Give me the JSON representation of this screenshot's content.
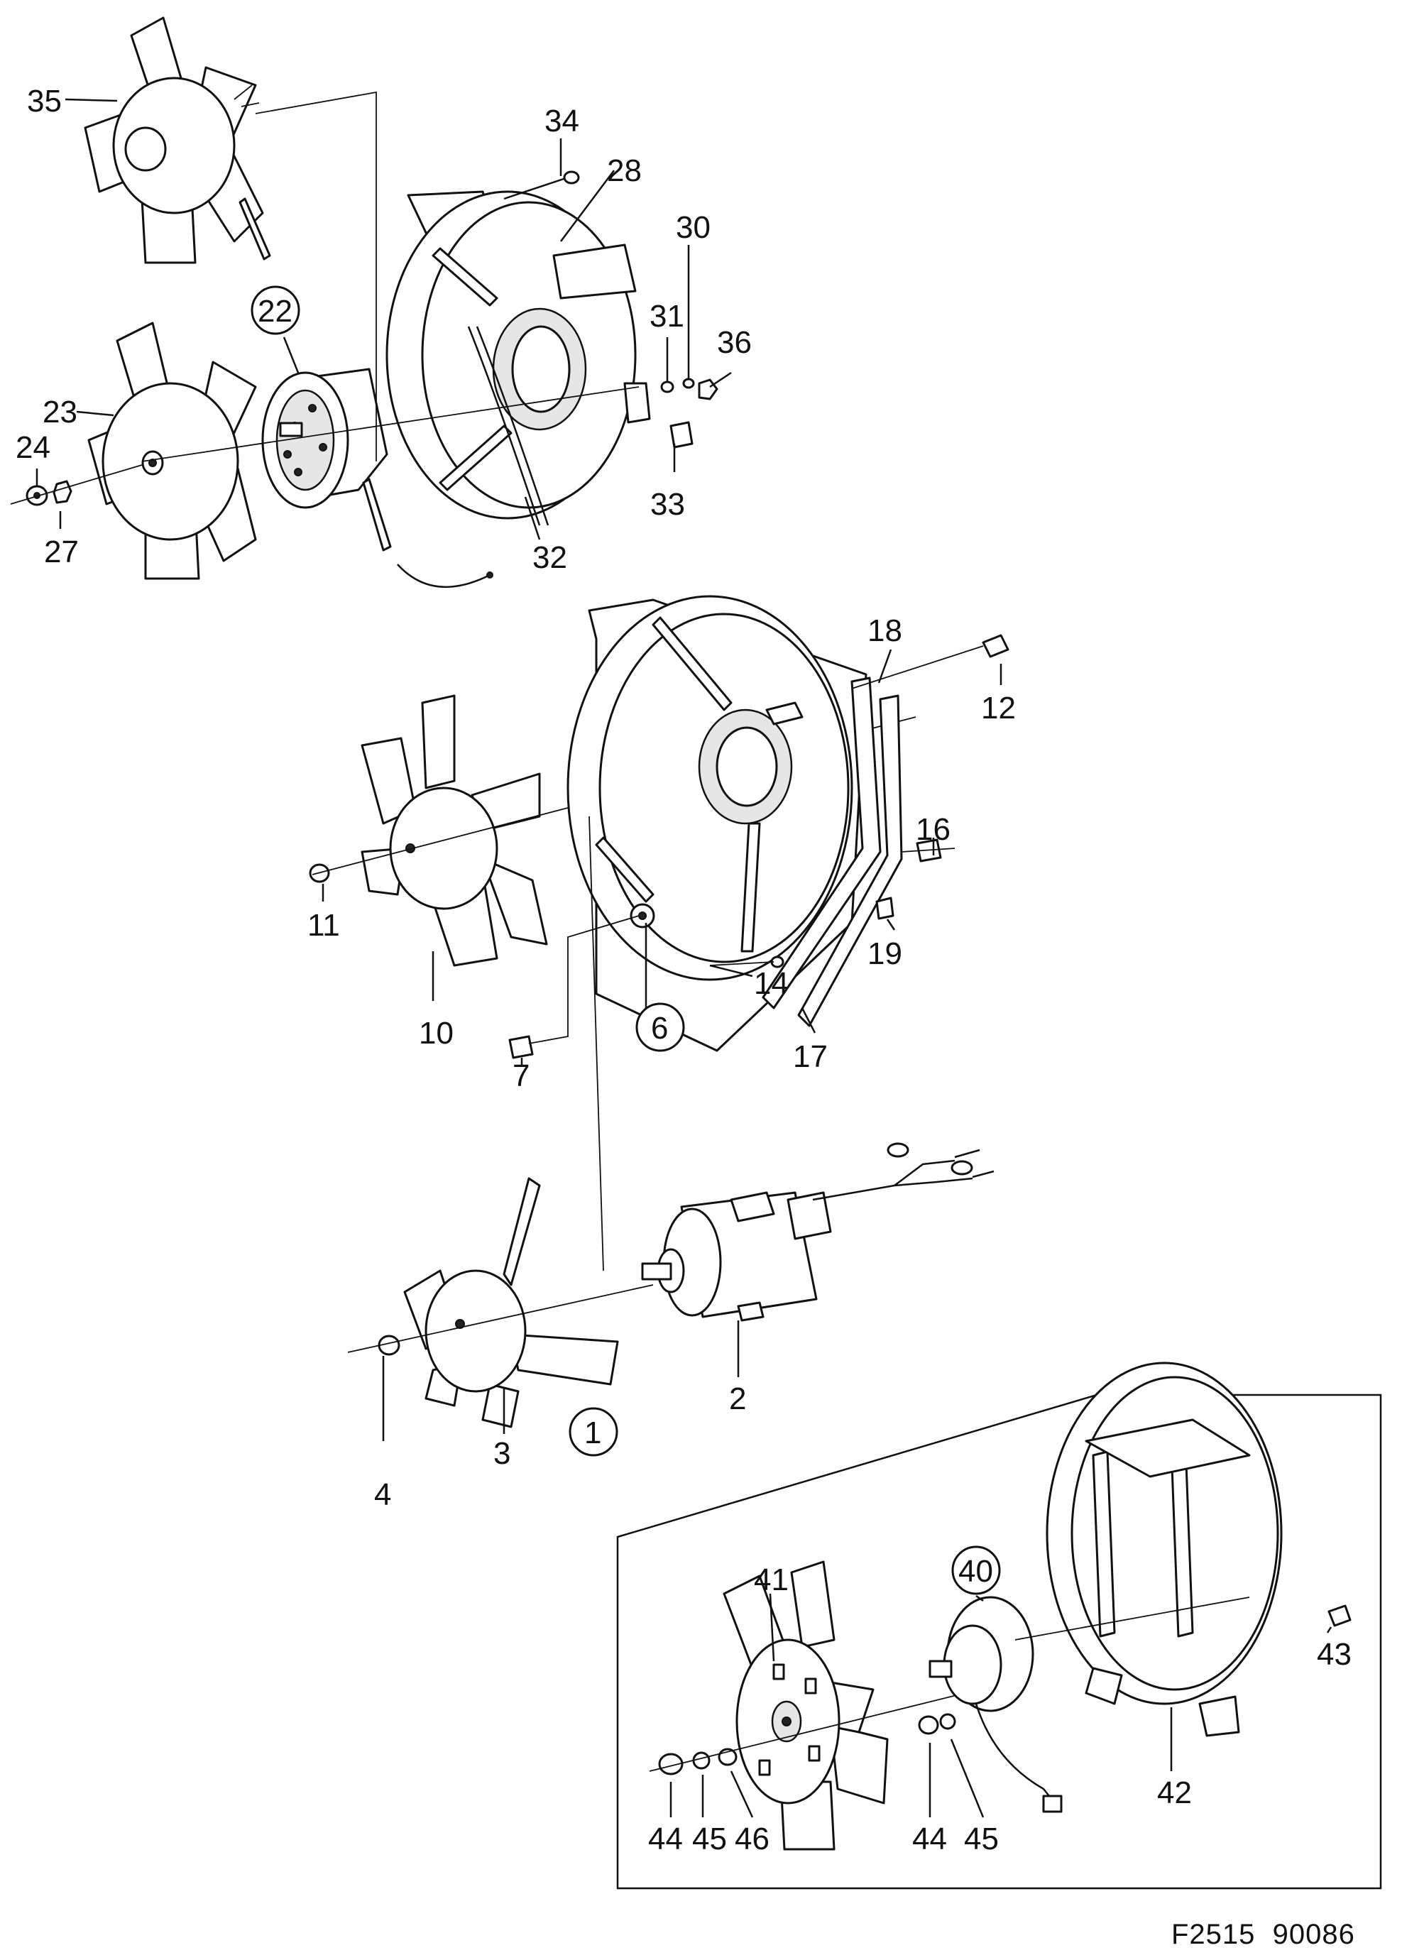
{
  "figure": {
    "code": "F2515  90086",
    "callouts": {
      "c1": "1",
      "c2": "2",
      "c3": "3",
      "c4": "4",
      "c6": "6",
      "c7": "7",
      "c10": "10",
      "c11": "11",
      "c12": "12",
      "c14": "14",
      "c16": "16",
      "c17": "17",
      "c18": "18",
      "c19": "19",
      "c22": "22",
      "c23": "23",
      "c24": "24",
      "c27": "27",
      "c28": "28",
      "c30": "30",
      "c31": "31",
      "c32": "32",
      "c33": "33",
      "c34": "34",
      "c35": "35",
      "c36": "36",
      "c40": "40",
      "c41": "41",
      "c42": "42",
      "c43": "43",
      "c44a": "44",
      "c45a": "45",
      "c46": "46",
      "c44b": "44",
      "c45b": "45"
    }
  }
}
